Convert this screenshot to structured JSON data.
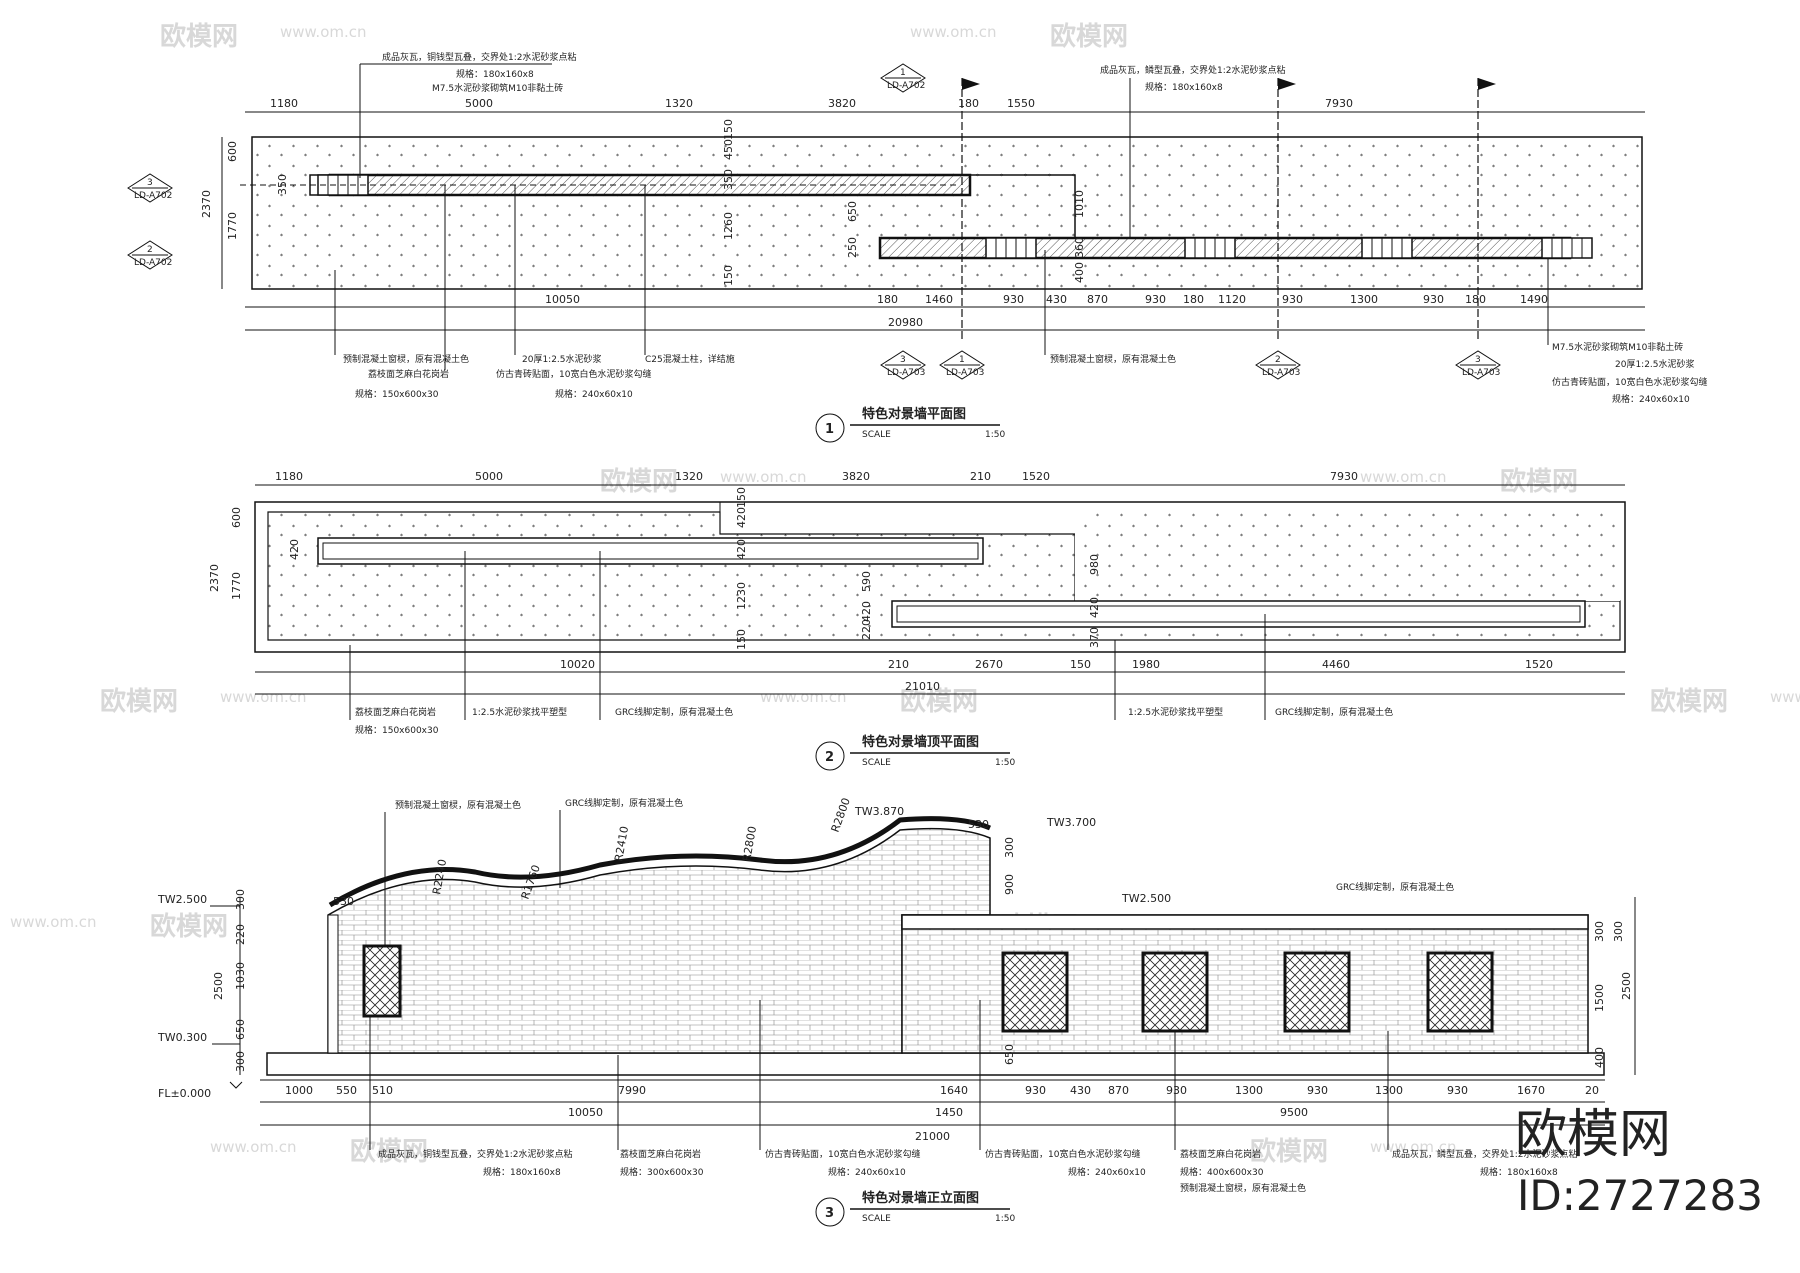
{
  "watermark": {
    "brand": "欧模网",
    "url": "www.om.cn",
    "url_short": "om.cn",
    "corner_logo": "欧模网",
    "corner_id": "ID:2727283"
  },
  "plan1": {
    "title": "特色对景墙平面图",
    "number": "1",
    "scale_label": "SCALE",
    "scale": "1:50",
    "top_dims": [
      "1180",
      "5000",
      "1320",
      "3820",
      "180",
      "1550",
      "7930"
    ],
    "bottom_dims": [
      "10050",
      "180",
      "1460",
      "930",
      "430",
      "870",
      "930",
      "180",
      "1120",
      "930",
      "1300",
      "930",
      "180",
      "1490"
    ],
    "total": "20980",
    "left_dims": [
      "2370",
      "600",
      "1770",
      "350"
    ],
    "mid_dims": [
      "450",
      "150",
      "350",
      "650",
      "1260",
      "150",
      "1010",
      "360",
      "250",
      "400"
    ],
    "marker_refs": [
      "LD-A702",
      "LD-A703"
    ],
    "marker_nums": [
      "1",
      "2",
      "3"
    ],
    "notes": [
      "成品灰瓦，铜钱型瓦叠，交界处1:2水泥砂浆点粘",
      "规格：180x160x8",
      "M7.5水泥砂浆砌筑M10非黏土砖",
      "成品灰瓦，鳞型瓦叠，交界处1:2水泥砂浆点粘",
      "规格：180x160x8",
      "预制混凝土窗棂，原有混凝土色",
      "荔枝面芝麻白花岗岩",
      "规格：150x600x30",
      "20厚1:2.5水泥砂浆",
      "仿古青砖贴面，10宽白色水泥砂浆勾缝",
      "规格：240x60x10",
      "C25混凝土柱，详结施",
      "预制混凝土窗棂，原有混凝土色",
      "M7.5水泥砂浆砌筑M10非黏土砖",
      "20厚1:2.5水泥砂浆",
      "仿古青砖贴面，10宽白色水泥砂浆勾缝",
      "规格：240x60x10"
    ]
  },
  "plan2": {
    "title": "特色对景墙顶平面图",
    "number": "2",
    "scale_label": "SCALE",
    "scale": "1:50",
    "top_dims": [
      "1180",
      "5000",
      "1320",
      "3820",
      "210",
      "1520",
      "7930"
    ],
    "bottom_dims": [
      "10020",
      "210",
      "2670",
      "150",
      "1980",
      "4460",
      "1520"
    ],
    "total": "21010",
    "left_dims": [
      "2370",
      "600",
      "1770",
      "420"
    ],
    "mid_dims": [
      "420",
      "150",
      "420",
      "1230",
      "150",
      "590",
      "220",
      "420",
      "980",
      "420",
      "370"
    ],
    "notes": [
      "荔枝面芝麻白花岗岩",
      "规格：150x600x30",
      "1:2.5水泥砂浆找平塑型",
      "GRC线脚定制，原有混凝土色",
      "1:2.5水泥砂浆找平塑型",
      "GRC线脚定制，原有混凝土色"
    ]
  },
  "elev3": {
    "title": "特色对景墙正立面图",
    "number": "3",
    "scale_label": "SCALE",
    "scale": "1:50",
    "levels": [
      "TW2.500",
      "TW0.300",
      "FL±0.000",
      "TW3.870",
      "TW3.700",
      "TW2.500"
    ],
    "radii": [
      "R2240",
      "R1760",
      "R2410",
      "R2800",
      "R2800"
    ],
    "top_dims": [
      "530",
      "530"
    ],
    "left_dims": [
      "300",
      "220",
      "1030",
      "2500",
      "650",
      "300"
    ],
    "right_dims": [
      "300",
      "900",
      "300",
      "300",
      "1500",
      "2500",
      "400",
      "650"
    ],
    "bottom_dims": [
      "1000",
      "550",
      "510",
      "7990",
      "1640",
      "930",
      "430",
      "870",
      "930",
      "1300",
      "930",
      "1300",
      "930",
      "1670",
      "20"
    ],
    "sub_dims": [
      "10050",
      "1450",
      "9500"
    ],
    "total": "21000",
    "notes": [
      "预制混凝土窗棂，原有混凝土色",
      "GRC线脚定制，原有混凝土色",
      "GRC线脚定制，原有混凝土色",
      "成品灰瓦，铜钱型瓦叠，交界处1:2水泥砂浆点粘",
      "规格：180x160x8",
      "荔枝面芝麻白花岗岩",
      "规格：300x600x30",
      "仿古青砖贴面，10宽白色水泥砂浆勾缝",
      "规格：240x60x10",
      "仿古青砖贴面，10宽白色水泥砂浆勾缝",
      "规格：240x60x10",
      "荔枝面芝麻白花岗岩",
      "规格：400x600x30",
      "预制混凝土窗棂，原有混凝土色",
      "成品灰瓦，鳞型瓦叠，交界处1:2水泥砂浆点粘",
      "规格：180x160x8"
    ]
  }
}
